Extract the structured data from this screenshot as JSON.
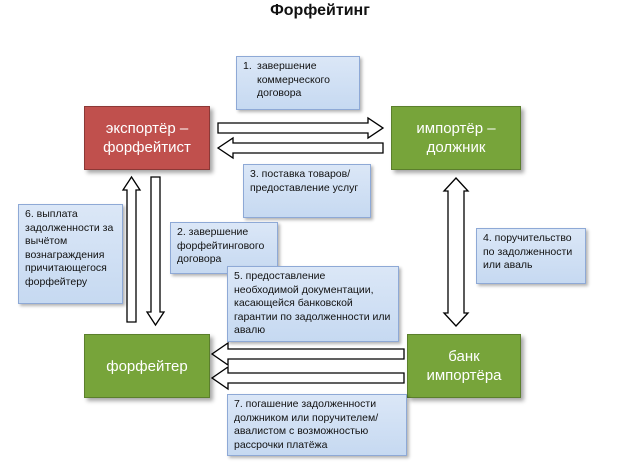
{
  "title": "Форфейтинг",
  "entities": {
    "exporter": "экспортёр – форфейтист",
    "importer": "импортёр – должник",
    "forfaiter": "форфейтер",
    "bank": "банк импортёра"
  },
  "steps": {
    "s1": {
      "num": "1.",
      "text": "завершение коммерческого договора"
    },
    "s2": "2. завершение форфейтингового договора",
    "s3": "3. поставка товаров/ предоставление услуг",
    "s4": "4. поручительство по задолженности или аваль",
    "s5": "5. предоставление необходимой документации, касающейся банковской гарантии по задолженности или авалю",
    "s6": "6. выплата задолженности за вычётом вознаграждения причитающегося форфейтеру",
    "s7": "7. погашение задолженности должником или поручителем/ авалистом с возможностью рассрочки платёжа"
  },
  "colors": {
    "exporter": "#c0504d",
    "participant": "#77a43a",
    "note": "#c6d9f1"
  }
}
